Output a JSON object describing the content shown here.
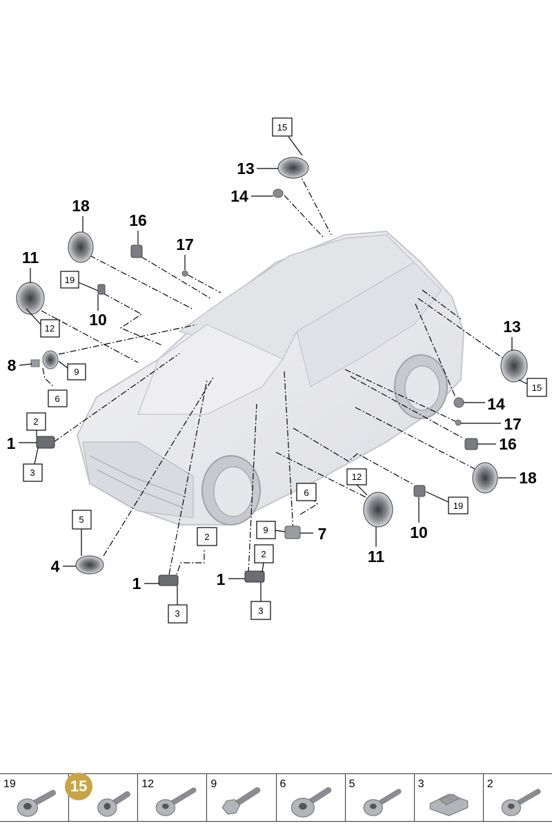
{
  "diagram": {
    "callouts": [
      {
        "id": "c15top",
        "label": "15",
        "boxed": true
      },
      {
        "id": "c13top",
        "label": "13",
        "boxed": false
      },
      {
        "id": "c14top",
        "label": "14",
        "boxed": false
      },
      {
        "id": "c18left",
        "label": "18",
        "boxed": false
      },
      {
        "id": "c16left",
        "label": "16",
        "boxed": false
      },
      {
        "id": "c17left",
        "label": "17",
        "boxed": false
      },
      {
        "id": "c11left",
        "label": "11",
        "boxed": false
      },
      {
        "id": "c19left",
        "label": "19",
        "boxed": true
      },
      {
        "id": "c10left",
        "label": "10",
        "boxed": false
      },
      {
        "id": "c12left",
        "label": "12",
        "boxed": true
      },
      {
        "id": "c8",
        "label": "8",
        "boxed": false
      },
      {
        "id": "c9left",
        "label": "9",
        "boxed": true
      },
      {
        "id": "c6left",
        "label": "6",
        "boxed": true
      },
      {
        "id": "c2left",
        "label": "2",
        "boxed": true
      },
      {
        "id": "c1left",
        "label": "1",
        "boxed": false
      },
      {
        "id": "c3left",
        "label": "3",
        "boxed": true
      },
      {
        "id": "c5",
        "label": "5",
        "boxed": true
      },
      {
        "id": "c4",
        "label": "4",
        "boxed": false
      },
      {
        "id": "c2mid",
        "label": "2",
        "boxed": true
      },
      {
        "id": "c1mid",
        "label": "1",
        "boxed": false
      },
      {
        "id": "c3mid",
        "label": "3",
        "boxed": true
      },
      {
        "id": "c1right",
        "label": "1",
        "boxed": false
      },
      {
        "id": "c2right",
        "label": "2",
        "boxed": true
      },
      {
        "id": "c3right",
        "label": "3",
        "boxed": true
      },
      {
        "id": "c6right",
        "label": "6",
        "boxed": true
      },
      {
        "id": "c9right",
        "label": "9",
        "boxed": true
      },
      {
        "id": "c7",
        "label": "7",
        "boxed": false
      },
      {
        "id": "c12right",
        "label": "12",
        "boxed": true
      },
      {
        "id": "c11right",
        "label": "11",
        "boxed": false
      },
      {
        "id": "c10right",
        "label": "10",
        "boxed": false
      },
      {
        "id": "c19right",
        "label": "19",
        "boxed": true
      },
      {
        "id": "c18right",
        "label": "18",
        "boxed": false
      },
      {
        "id": "c16right",
        "label": "16",
        "boxed": false
      },
      {
        "id": "c17right",
        "label": "17",
        "boxed": false
      },
      {
        "id": "c14right",
        "label": "14",
        "boxed": false
      },
      {
        "id": "c13right",
        "label": "13",
        "boxed": false
      },
      {
        "id": "c15right",
        "label": "15",
        "boxed": true
      }
    ]
  },
  "parts_strip": {
    "highlighted": "15",
    "cells": [
      {
        "number": "19",
        "kind": "flange-screw"
      },
      {
        "number": "15",
        "kind": "flange-screw",
        "highlighted": true
      },
      {
        "number": "12",
        "kind": "flange-screw"
      },
      {
        "number": "9",
        "kind": "hex-bolt"
      },
      {
        "number": "6",
        "kind": "washer-screw"
      },
      {
        "number": "5",
        "kind": "flange-screw"
      },
      {
        "number": "3",
        "kind": "clip-nut"
      },
      {
        "number": "2",
        "kind": "flange-screw"
      }
    ]
  },
  "colors": {
    "car_fill": "#ebebef",
    "car_stroke": "#c4c6cc",
    "part_dark": "#6b6d72",
    "badge": "#c9a445"
  }
}
